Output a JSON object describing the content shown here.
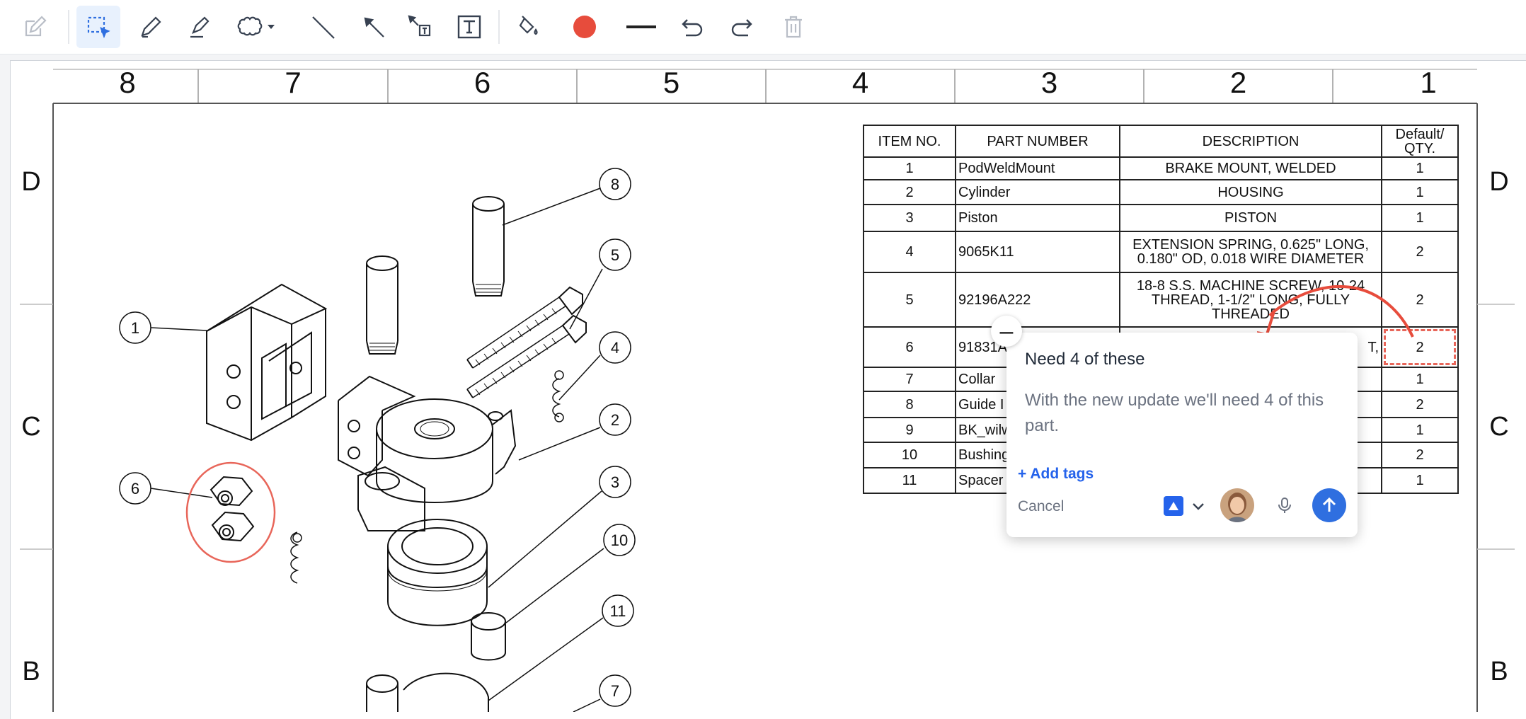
{
  "toolbar": {
    "tools": [
      {
        "id": "edit",
        "icon": "pencil-square-icon"
      },
      {
        "id": "select",
        "icon": "dashed-select-icon",
        "active": true
      },
      {
        "id": "pen",
        "icon": "pen-icon"
      },
      {
        "id": "highlighter",
        "icon": "highlighter-icon"
      },
      {
        "id": "cloud",
        "icon": "cloud-shape-icon"
      },
      {
        "id": "line",
        "icon": "line-icon"
      },
      {
        "id": "arrow",
        "icon": "arrow-icon"
      },
      {
        "id": "callout",
        "icon": "callout-text-icon"
      },
      {
        "id": "text",
        "icon": "text-box-icon"
      },
      {
        "id": "fill",
        "icon": "paint-bucket-icon"
      },
      {
        "id": "color",
        "icon": "color-swatch",
        "color": "#e74c3c"
      },
      {
        "id": "stroke",
        "icon": "stroke-width-icon"
      },
      {
        "id": "undo",
        "icon": "undo-icon"
      },
      {
        "id": "redo",
        "icon": "redo-icon"
      },
      {
        "id": "delete",
        "icon": "trash-icon"
      }
    ]
  },
  "sheet": {
    "zone_numbers": [
      "8",
      "7",
      "6",
      "5",
      "4",
      "3",
      "2",
      "1"
    ],
    "zone_letters": [
      "D",
      "C",
      "B"
    ]
  },
  "bom": {
    "headers": [
      "ITEM NO.",
      "PART NUMBER",
      "DESCRIPTION",
      "Default/\nQTY."
    ],
    "rows": [
      {
        "item": "1",
        "part": "PodWeldMount",
        "desc": "BRAKE MOUNT, WELDED",
        "qty": "1"
      },
      {
        "item": "2",
        "part": "Cylinder",
        "desc": "HOUSING",
        "qty": "1"
      },
      {
        "item": "3",
        "part": "Piston",
        "desc": "PISTON",
        "qty": "1"
      },
      {
        "item": "4",
        "part": "9065K11",
        "desc": "EXTENSION SPRING, 0.625\" LONG,\n0.180\" OD, 0.018 WIRE DIAMETER",
        "qty": "2"
      },
      {
        "item": "5",
        "part": "92196A222",
        "desc": "18-8 S.S. MACHINE SCREW, 10-24\nTHREAD, 1-1/2\" LONG, FULLY\nTHREADED",
        "qty": "2"
      },
      {
        "item": "6",
        "part": "91831A",
        "desc": "T,",
        "qty": "2"
      },
      {
        "item": "7",
        "part": "Collar",
        "desc": "",
        "qty": "1"
      },
      {
        "item": "8",
        "part": "Guide I",
        "desc": "",
        "qty": "2"
      },
      {
        "item": "9",
        "part": "BK_wilw",
        "desc": "",
        "qty": "1"
      },
      {
        "item": "10",
        "part": "Bushing",
        "desc": "",
        "qty": "2"
      },
      {
        "item": "11",
        "part": "Spacer",
        "desc": "",
        "qty": "1"
      }
    ]
  },
  "balloons": [
    "1",
    "2",
    "3",
    "4",
    "5",
    "6",
    "7",
    "8",
    "10",
    "11"
  ],
  "comment": {
    "collapse_symbol": "–",
    "title": "Need 4 of these",
    "body": "With the new update we'll need 4 of this part.",
    "add_tags_label": "Add tags",
    "cancel_label": "Cancel"
  },
  "colors": {
    "accent": "#2563eb",
    "markup": "#e74c3c"
  }
}
